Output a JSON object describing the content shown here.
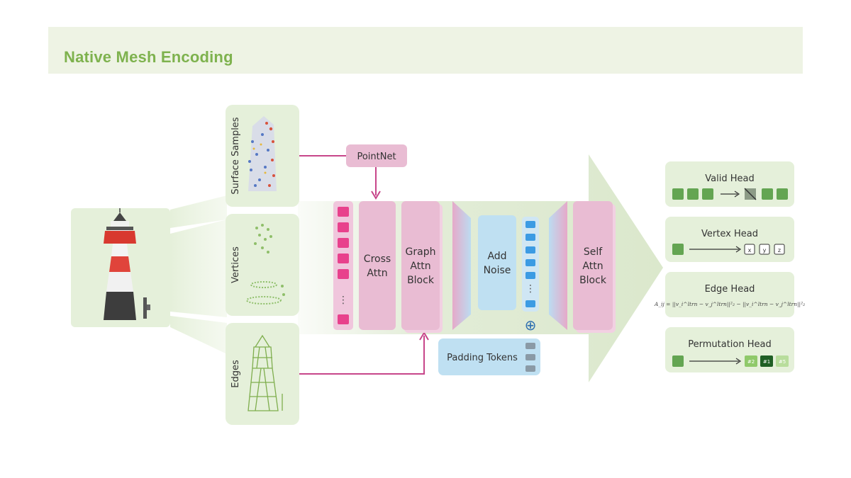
{
  "header": {
    "title": "Native Mesh Encoding"
  },
  "inputs": {
    "surface_samples": "Surface Samples",
    "vertices": "Vertices",
    "edges": "Edges"
  },
  "encoder": {
    "pointnet": "PointNet",
    "cross_attn": [
      "Cross",
      "Attn"
    ],
    "graph_attn_block": [
      "Graph",
      "Attn",
      "Block"
    ],
    "add_noise": [
      "Add",
      "Noise"
    ],
    "self_attn_block": [
      "Self",
      "Attn",
      "Block"
    ],
    "padding_tokens": "Padding Tokens",
    "ellipsis": "⋮",
    "plus_symbol": "⊕"
  },
  "heads": {
    "valid": "Valid Head",
    "vertex": "Vertex Head",
    "vertex_outputs": [
      "x",
      "y",
      "z"
    ],
    "edge": "Edge Head",
    "edge_formula": "A_ij = ||v_i^ltrn − v_j^ltrn||²₂ − ||v_i^ltrn − v_j^ltrn||²₂",
    "permutation": "Permutation Head",
    "permutation_outputs": [
      "#2",
      "#1",
      "#5"
    ]
  },
  "colors": {
    "title_green": "#7eb24e",
    "header_band": "#eef3e4",
    "panel_green": "#e5f0da",
    "arrow_green": "#dde9d0",
    "pink_block": "#e9bcd3",
    "pink_token": "#e8418c",
    "blue_block": "#bfe0f2",
    "blue_token": "#3c9be3",
    "head_green": "#64a552",
    "connector_pink": "#c7468a"
  },
  "icons": {
    "tower_model": "lighthouse-mesh-icon",
    "surface_points": "point-cloud-icon",
    "vertex_points": "vertex-cloud-icon",
    "edge_wireframe": "wireframe-icon"
  }
}
